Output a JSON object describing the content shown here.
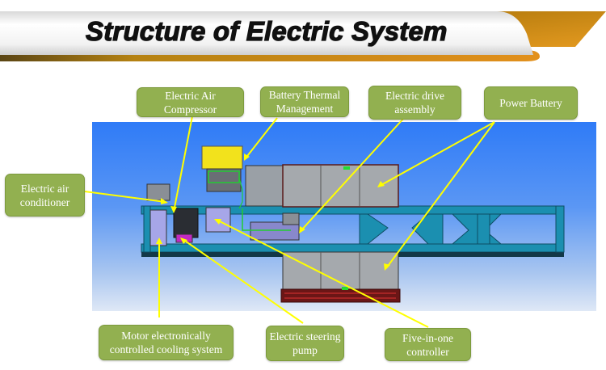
{
  "header": {
    "title": "Structure of Electric System"
  },
  "colors": {
    "label_fill": "#92b050",
    "label_text": "#ffffff",
    "leader_line": "#ffff00",
    "accent_gold": "#d48b17",
    "panel_top": "#2f7bf7",
    "panel_bottom": "#dfe8f6",
    "chassis": "#1b8fb0"
  },
  "labels": {
    "electric_air_compressor": "Electric Air Compressor",
    "battery_thermal_management": "Battery Thermal Management",
    "electric_drive_assembly": "Electric drive assembly",
    "power_battery": "Power Battery",
    "electric_air_conditioner": "Electric air conditioner",
    "motor_cooling_system": "Motor electronically controlled cooling system",
    "electric_steering_pump": "Electric steering pump",
    "five_in_one_controller": "Five-in-one controller"
  }
}
